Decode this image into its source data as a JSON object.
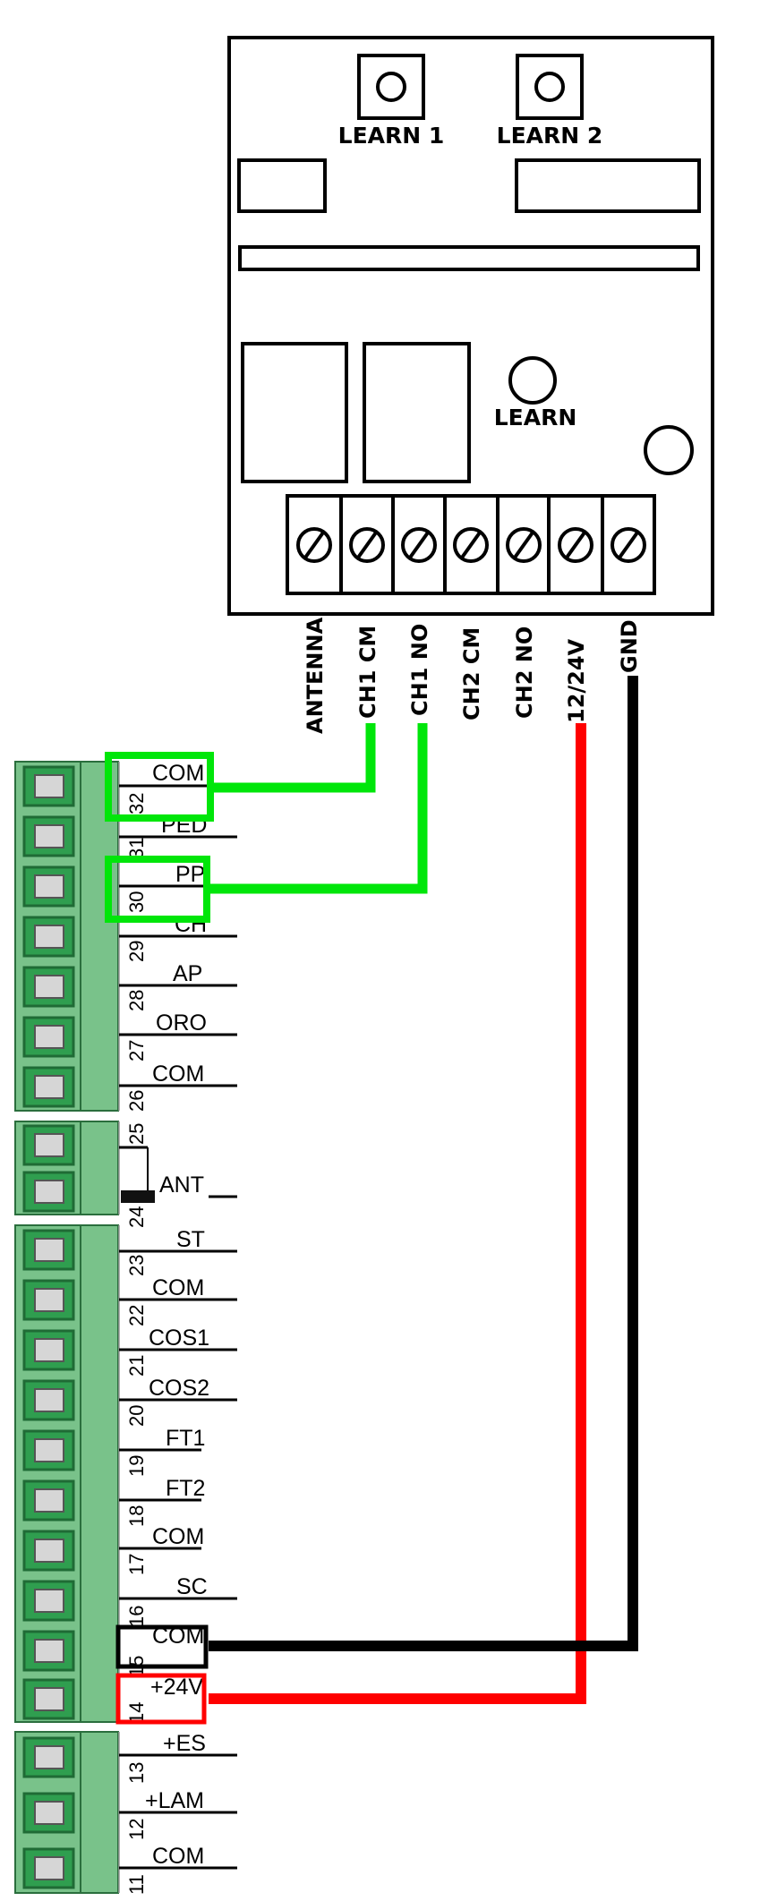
{
  "receiver": {
    "learn1_label": "LEARN 1",
    "learn2_label": "LEARN 2",
    "learn_label": "LEARN",
    "pins": [
      "ANTENNA",
      "CH1 CM",
      "CH1 NO",
      "CH2 CM",
      "CH2 NO",
      "12/24V",
      "GND"
    ]
  },
  "terminals": [
    {
      "num": "32",
      "label": "COM"
    },
    {
      "num": "31",
      "label": "PED"
    },
    {
      "num": "30",
      "label": "PP"
    },
    {
      "num": "29",
      "label": "CH"
    },
    {
      "num": "28",
      "label": "AP"
    },
    {
      "num": "27",
      "label": "ORO"
    },
    {
      "num": "26",
      "label": "COM"
    },
    {
      "num": "25",
      "label": ""
    },
    {
      "num": "24",
      "label": "ANT"
    },
    {
      "num": "23",
      "label": "ST"
    },
    {
      "num": "22",
      "label": "COM"
    },
    {
      "num": "21",
      "label": "COS1"
    },
    {
      "num": "20",
      "label": "COS2"
    },
    {
      "num": "19",
      "label": "FT1"
    },
    {
      "num": "18",
      "label": "FT2"
    },
    {
      "num": "17",
      "label": "COM"
    },
    {
      "num": "16",
      "label": "SC"
    },
    {
      "num": "15",
      "label": "COM"
    },
    {
      "num": "14",
      "label": "+24V"
    },
    {
      "num": "13",
      "label": "+ES"
    },
    {
      "num": "12",
      "label": "+LAM"
    },
    {
      "num": "11",
      "label": "COM"
    }
  ],
  "colors": {
    "board_green": "#79c28a",
    "slot_green": "#2f9e4f",
    "signal_wire": "#00e60a",
    "power_wire": "#ff0000",
    "ground_wire": "#000000"
  }
}
